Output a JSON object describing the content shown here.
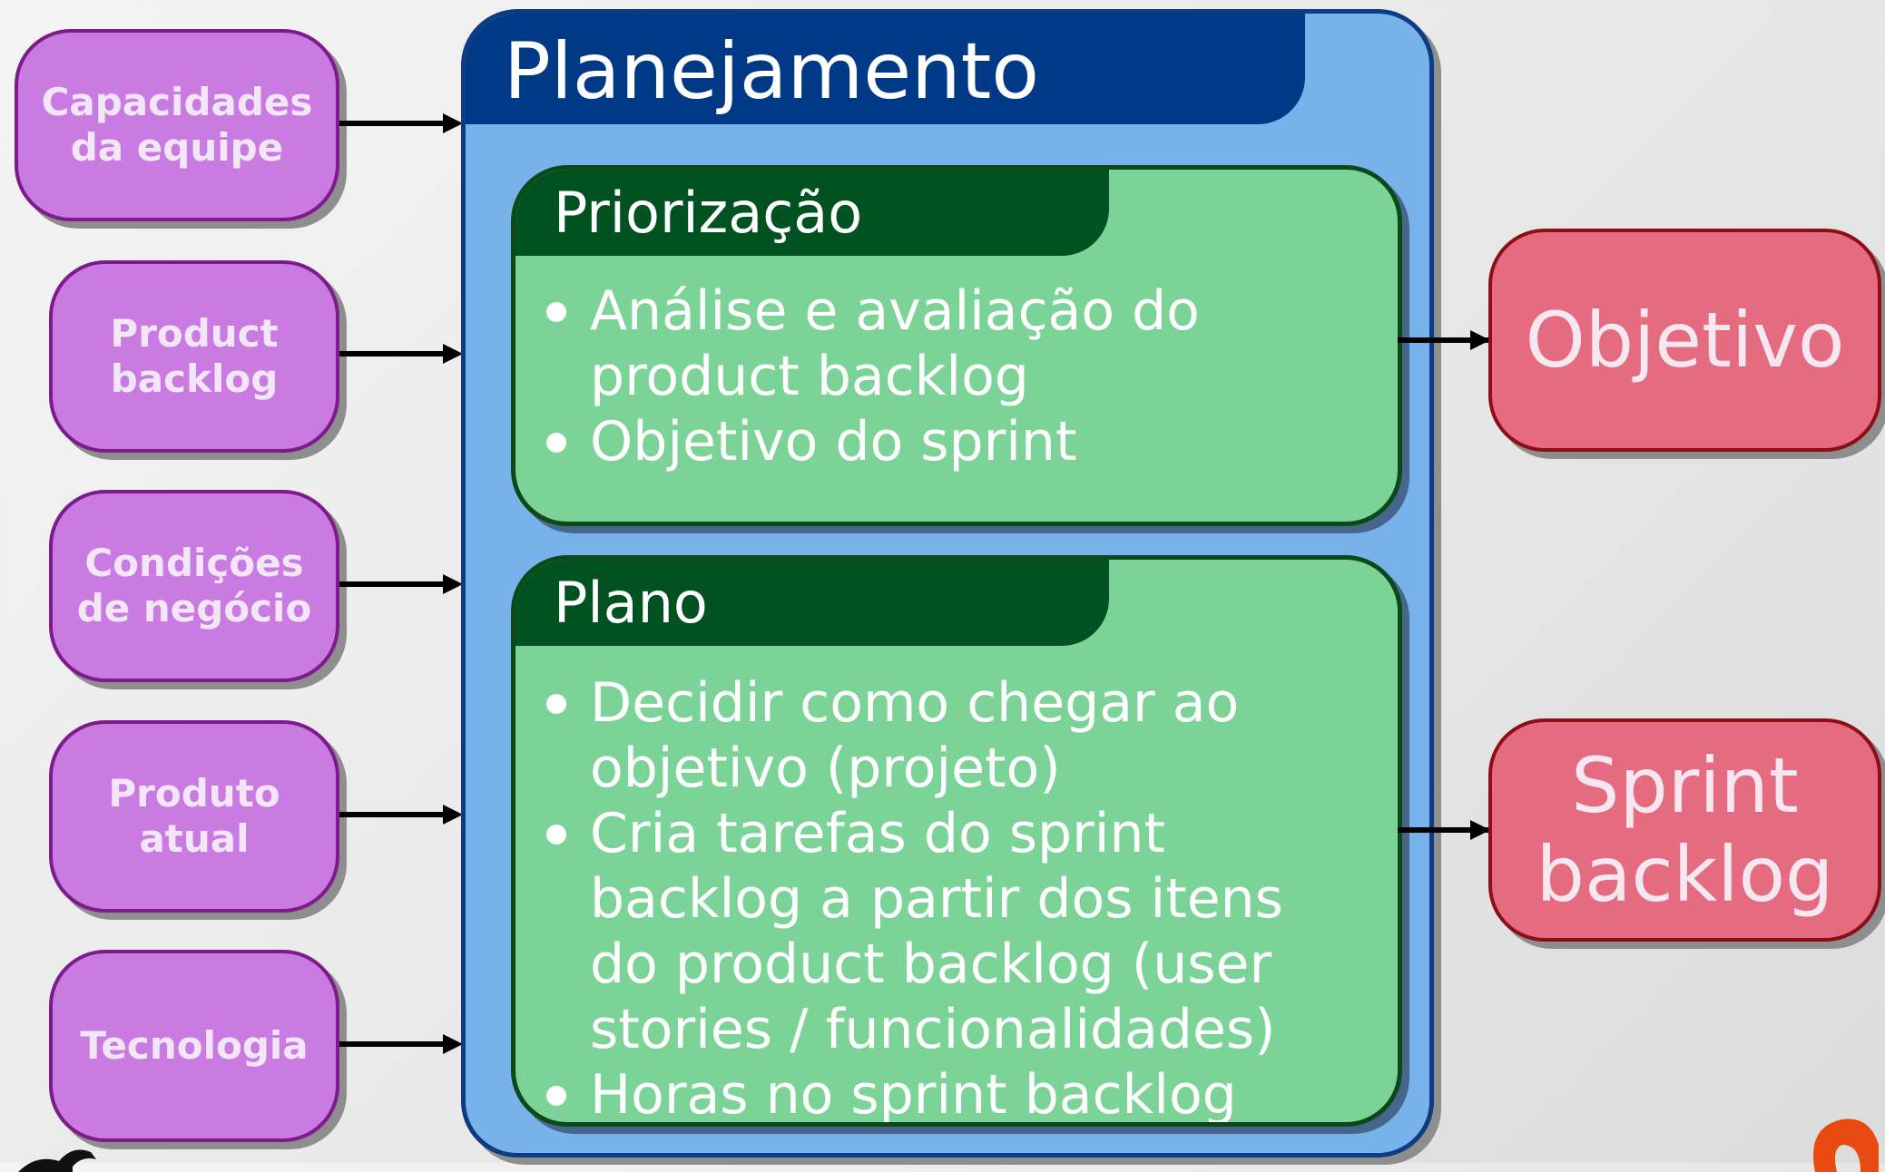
{
  "inputs": [
    {
      "label": "Capacidades\nda equipe"
    },
    {
      "label": "Product\nbacklog"
    },
    {
      "label": "Condições\nde negócio"
    },
    {
      "label": "Produto\natual"
    },
    {
      "label": "Tecnologia"
    }
  ],
  "planning": {
    "title": "Planejamento",
    "prioritization": {
      "title": "Priorização",
      "bullets": [
        "Análise e avaliação do\nproduct backlog",
        "Objetivo do sprint"
      ]
    },
    "plan": {
      "title": "Plano",
      "bullets": [
        "Decidir como chegar ao\nobjetivo (projeto)",
        "Cria tarefas do sprint\nbacklog a partir dos itens\ndo product backlog (user\nstories / funcionalidades)",
        "Horas no sprint backlog"
      ]
    }
  },
  "outputs": {
    "objective": "Objetivo",
    "sprint_backlog": "Sprint\nbacklog"
  },
  "colors": {
    "input_fill": "#c97be2",
    "input_border": "#7d1a8c",
    "main_fill": "#77b2ea",
    "main_title_fill": "#003a87",
    "section_fill": "#7bd398",
    "section_title_fill": "#005320",
    "output_fill": "#e56c80",
    "output_border": "#8c0f17"
  }
}
